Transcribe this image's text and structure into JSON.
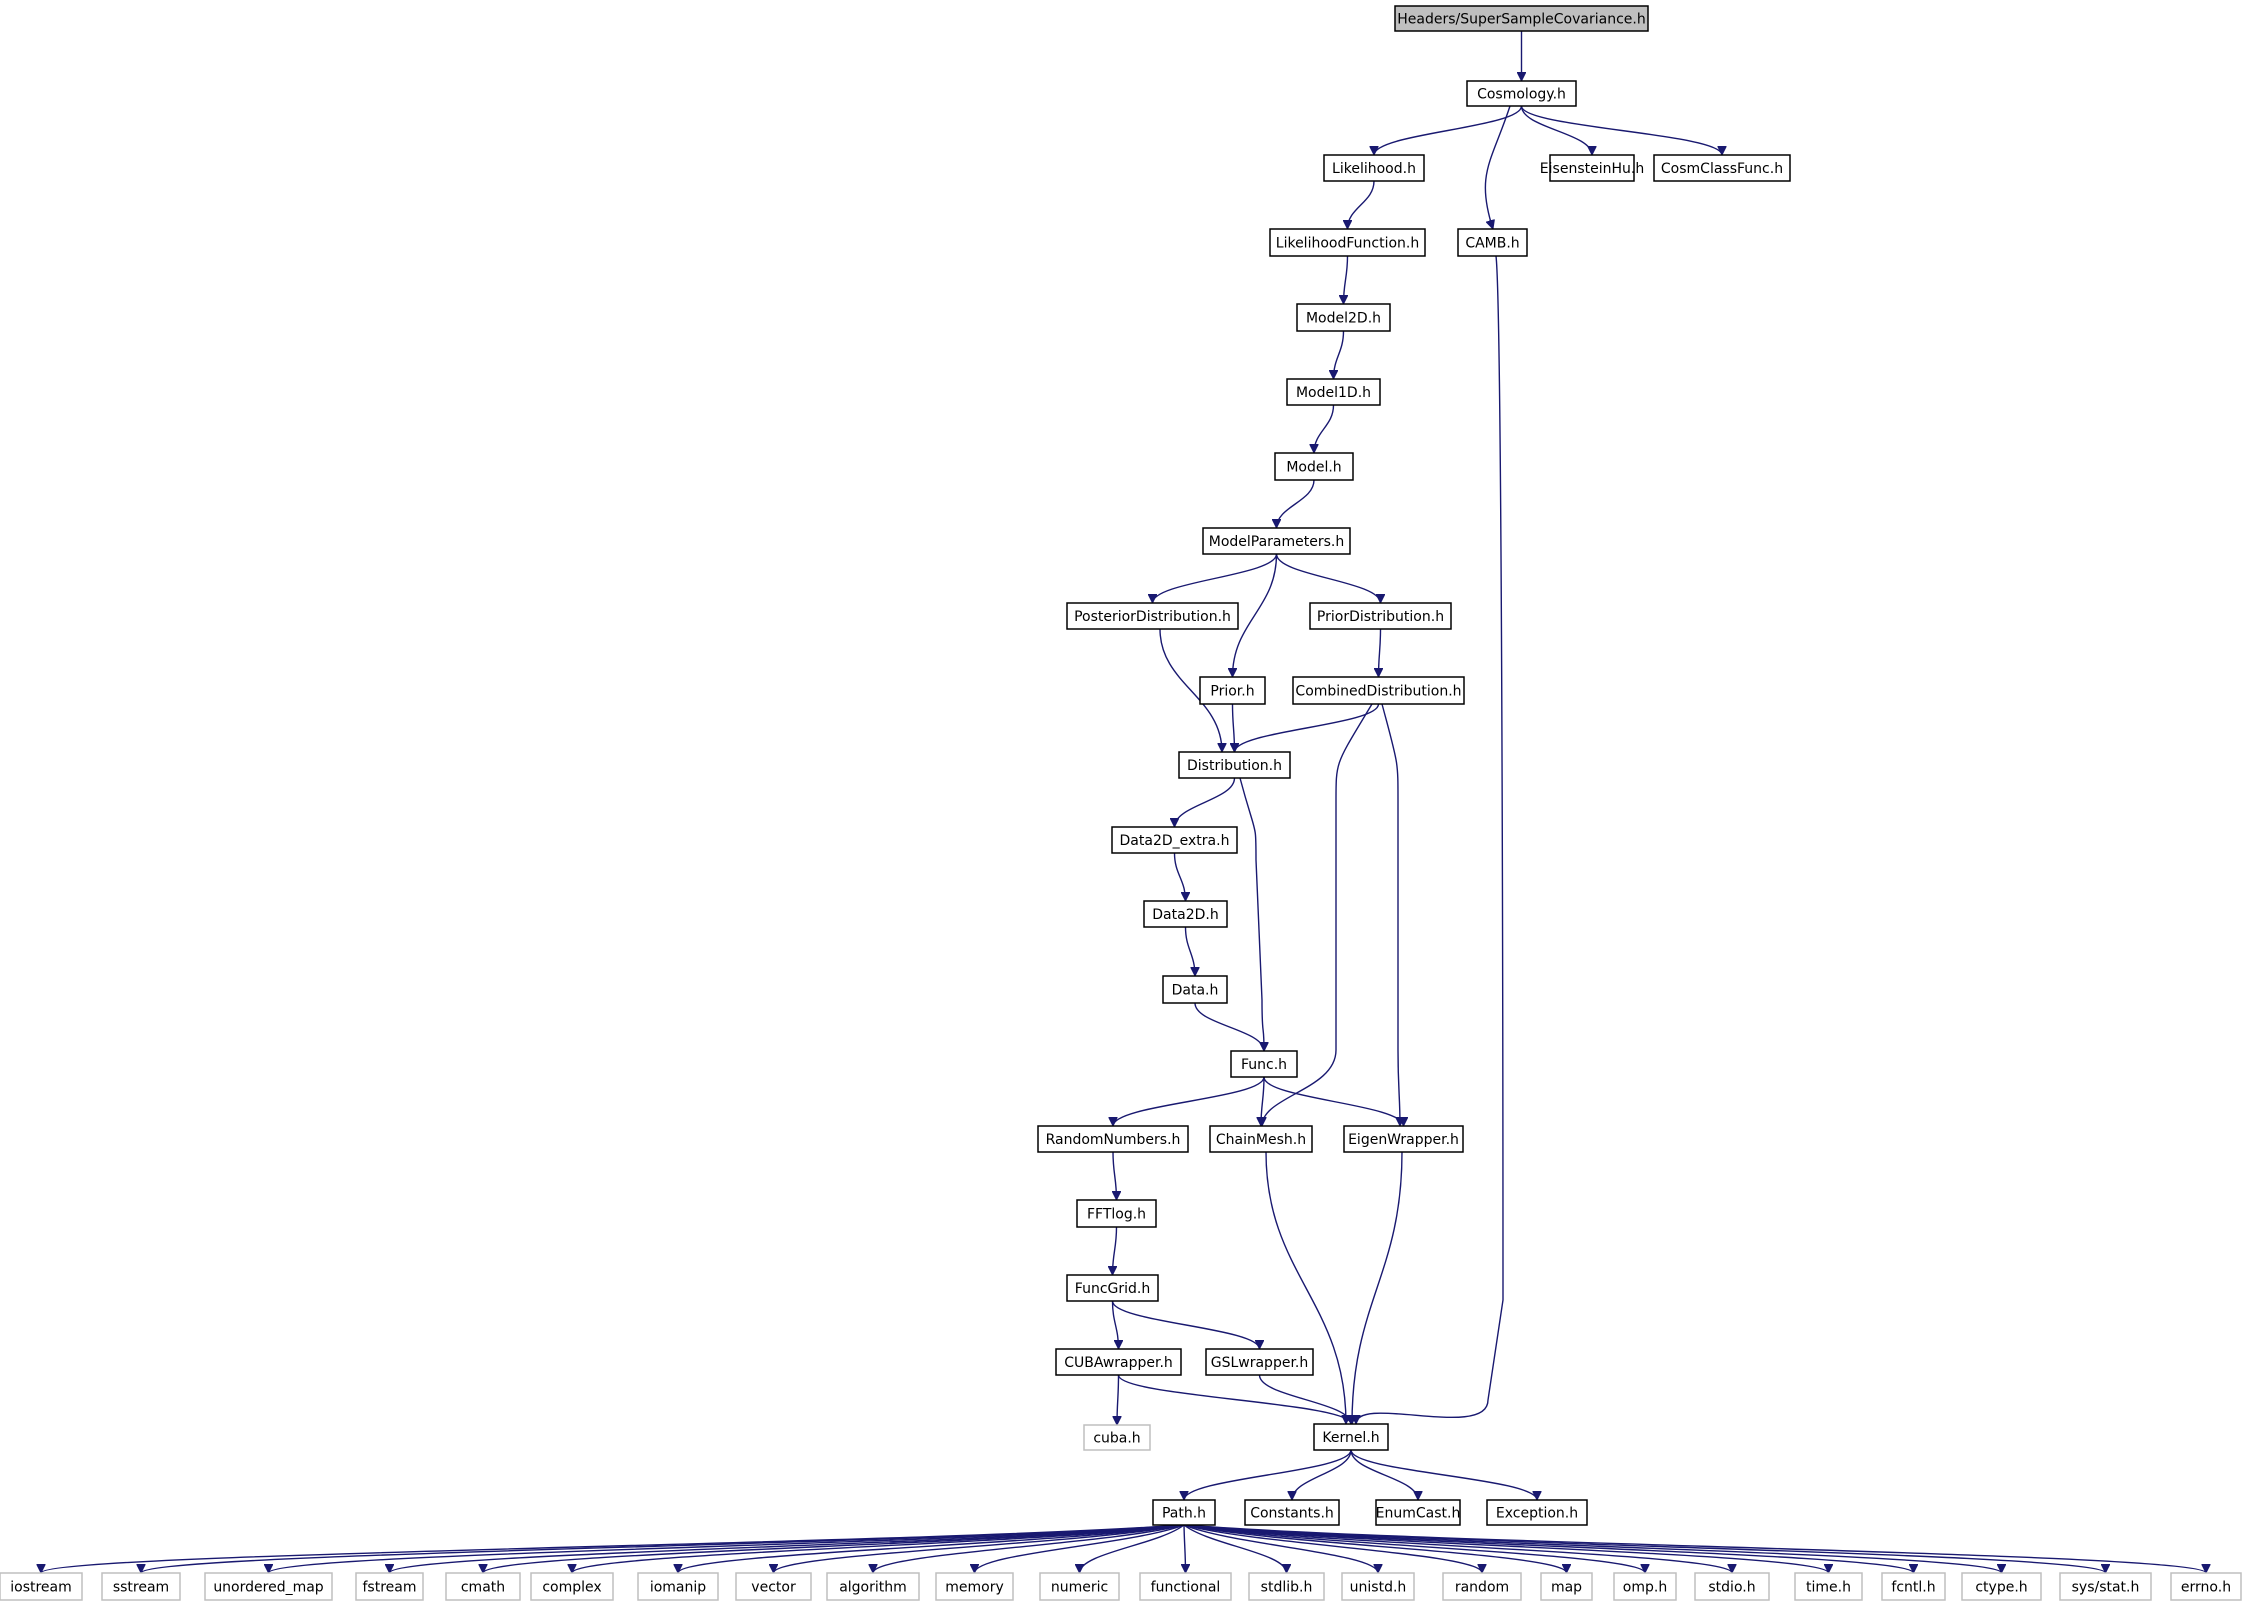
{
  "colors": {
    "edge": "#191970",
    "root_fill": "#bfbfbf",
    "external_border": "#bfbfbf",
    "border": "#000000",
    "background": "#ffffff"
  },
  "nodes": [
    {
      "id": "root",
      "label": "Headers/SuperSampleCovariance.h",
      "kind": "root"
    },
    {
      "id": "cosmology",
      "label": "Cosmology.h",
      "kind": "header"
    },
    {
      "id": "likelihood",
      "label": "Likelihood.h",
      "kind": "header"
    },
    {
      "id": "eisensteinhu",
      "label": "EisensteinHu.h",
      "kind": "header"
    },
    {
      "id": "cosmclassfunc",
      "label": "CosmClassFunc.h",
      "kind": "header"
    },
    {
      "id": "likelihoodfunction",
      "label": "LikelihoodFunction.h",
      "kind": "header"
    },
    {
      "id": "camb",
      "label": "CAMB.h",
      "kind": "header"
    },
    {
      "id": "model2d",
      "label": "Model2D.h",
      "kind": "header"
    },
    {
      "id": "model1d",
      "label": "Model1D.h",
      "kind": "header"
    },
    {
      "id": "model",
      "label": "Model.h",
      "kind": "header"
    },
    {
      "id": "modelparameters",
      "label": "ModelParameters.h",
      "kind": "header"
    },
    {
      "id": "posteriordistribution",
      "label": "PosteriorDistribution.h",
      "kind": "header"
    },
    {
      "id": "priordistribution",
      "label": "PriorDistribution.h",
      "kind": "header"
    },
    {
      "id": "prior",
      "label": "Prior.h",
      "kind": "header"
    },
    {
      "id": "combineddistribution",
      "label": "CombinedDistribution.h",
      "kind": "header"
    },
    {
      "id": "distribution",
      "label": "Distribution.h",
      "kind": "header"
    },
    {
      "id": "data2d_extra",
      "label": "Data2D_extra.h",
      "kind": "header"
    },
    {
      "id": "data2d",
      "label": "Data2D.h",
      "kind": "header"
    },
    {
      "id": "data",
      "label": "Data.h",
      "kind": "header"
    },
    {
      "id": "func",
      "label": "Func.h",
      "kind": "header"
    },
    {
      "id": "randomnumbers",
      "label": "RandomNumbers.h",
      "kind": "header"
    },
    {
      "id": "chainmesh",
      "label": "ChainMesh.h",
      "kind": "header"
    },
    {
      "id": "eigenwrapper",
      "label": "EigenWrapper.h",
      "kind": "header"
    },
    {
      "id": "fftlog",
      "label": "FFTlog.h",
      "kind": "header"
    },
    {
      "id": "funcgrid",
      "label": "FuncGrid.h",
      "kind": "header"
    },
    {
      "id": "cubawrapper",
      "label": "CUBAwrapper.h",
      "kind": "header"
    },
    {
      "id": "gslwrapper",
      "label": "GSLwrapper.h",
      "kind": "header"
    },
    {
      "id": "cuba",
      "label": "cuba.h",
      "kind": "external"
    },
    {
      "id": "kernel",
      "label": "Kernel.h",
      "kind": "header"
    },
    {
      "id": "path",
      "label": "Path.h",
      "kind": "header"
    },
    {
      "id": "constants",
      "label": "Constants.h",
      "kind": "header"
    },
    {
      "id": "enumcast",
      "label": "EnumCast.h",
      "kind": "header"
    },
    {
      "id": "exception",
      "label": "Exception.h",
      "kind": "header"
    },
    {
      "id": "iostream",
      "label": "iostream",
      "kind": "external"
    },
    {
      "id": "sstream",
      "label": "sstream",
      "kind": "external"
    },
    {
      "id": "unordered_map",
      "label": "unordered_map",
      "kind": "external"
    },
    {
      "id": "fstream",
      "label": "fstream",
      "kind": "external"
    },
    {
      "id": "cmath",
      "label": "cmath",
      "kind": "external"
    },
    {
      "id": "complex",
      "label": "complex",
      "kind": "external"
    },
    {
      "id": "iomanip",
      "label": "iomanip",
      "kind": "external"
    },
    {
      "id": "vector",
      "label": "vector",
      "kind": "external"
    },
    {
      "id": "algorithm",
      "label": "algorithm",
      "kind": "external"
    },
    {
      "id": "memory",
      "label": "memory",
      "kind": "external"
    },
    {
      "id": "numeric",
      "label": "numeric",
      "kind": "external"
    },
    {
      "id": "functional",
      "label": "functional",
      "kind": "external"
    },
    {
      "id": "stdlib",
      "label": "stdlib.h",
      "kind": "external"
    },
    {
      "id": "unistd",
      "label": "unistd.h",
      "kind": "external"
    },
    {
      "id": "random",
      "label": "random",
      "kind": "external"
    },
    {
      "id": "map",
      "label": "map",
      "kind": "external"
    },
    {
      "id": "omp",
      "label": "omp.h",
      "kind": "external"
    },
    {
      "id": "stdio",
      "label": "stdio.h",
      "kind": "external"
    },
    {
      "id": "time",
      "label": "time.h",
      "kind": "external"
    },
    {
      "id": "fcntl",
      "label": "fcntl.h",
      "kind": "external"
    },
    {
      "id": "ctype",
      "label": "ctype.h",
      "kind": "external"
    },
    {
      "id": "sysstat",
      "label": "sys/stat.h",
      "kind": "external"
    },
    {
      "id": "errno",
      "label": "errno.h",
      "kind": "external"
    }
  ],
  "edges": [
    [
      "root",
      "cosmology"
    ],
    [
      "cosmology",
      "likelihood"
    ],
    [
      "cosmology",
      "camb"
    ],
    [
      "cosmology",
      "eisensteinhu"
    ],
    [
      "cosmology",
      "cosmclassfunc"
    ],
    [
      "likelihood",
      "likelihoodfunction"
    ],
    [
      "likelihoodfunction",
      "model2d"
    ],
    [
      "model2d",
      "model1d"
    ],
    [
      "model1d",
      "model"
    ],
    [
      "model",
      "modelparameters"
    ],
    [
      "modelparameters",
      "posteriordistribution"
    ],
    [
      "modelparameters",
      "prior"
    ],
    [
      "modelparameters",
      "priordistribution"
    ],
    [
      "priordistribution",
      "combineddistribution"
    ],
    [
      "posteriordistribution",
      "distribution"
    ],
    [
      "prior",
      "distribution"
    ],
    [
      "combineddistribution",
      "distribution"
    ],
    [
      "combineddistribution",
      "chainmesh"
    ],
    [
      "combineddistribution",
      "eigenwrapper"
    ],
    [
      "distribution",
      "data2d_extra"
    ],
    [
      "distribution",
      "func"
    ],
    [
      "data2d_extra",
      "data2d"
    ],
    [
      "data2d",
      "data"
    ],
    [
      "data",
      "func"
    ],
    [
      "func",
      "randomnumbers"
    ],
    [
      "func",
      "chainmesh"
    ],
    [
      "func",
      "eigenwrapper"
    ],
    [
      "randomnumbers",
      "fftlog"
    ],
    [
      "fftlog",
      "funcgrid"
    ],
    [
      "funcgrid",
      "cubawrapper"
    ],
    [
      "funcgrid",
      "gslwrapper"
    ],
    [
      "cubawrapper",
      "cuba"
    ],
    [
      "cubawrapper",
      "kernel"
    ],
    [
      "gslwrapper",
      "kernel"
    ],
    [
      "chainmesh",
      "kernel"
    ],
    [
      "eigenwrapper",
      "kernel"
    ],
    [
      "camb",
      "kernel"
    ],
    [
      "kernel",
      "path"
    ],
    [
      "kernel",
      "constants"
    ],
    [
      "kernel",
      "enumcast"
    ],
    [
      "kernel",
      "exception"
    ],
    [
      "path",
      "iostream"
    ],
    [
      "path",
      "sstream"
    ],
    [
      "path",
      "unordered_map"
    ],
    [
      "path",
      "fstream"
    ],
    [
      "path",
      "cmath"
    ],
    [
      "path",
      "complex"
    ],
    [
      "path",
      "iomanip"
    ],
    [
      "path",
      "vector"
    ],
    [
      "path",
      "algorithm"
    ],
    [
      "path",
      "memory"
    ],
    [
      "path",
      "numeric"
    ],
    [
      "path",
      "functional"
    ],
    [
      "path",
      "stdlib"
    ],
    [
      "path",
      "unistd"
    ],
    [
      "path",
      "random"
    ],
    [
      "path",
      "map"
    ],
    [
      "path",
      "omp"
    ],
    [
      "path",
      "stdio"
    ],
    [
      "path",
      "time"
    ],
    [
      "path",
      "fcntl"
    ],
    [
      "path",
      "ctype"
    ],
    [
      "path",
      "sysstat"
    ],
    [
      "path",
      "errno"
    ]
  ]
}
